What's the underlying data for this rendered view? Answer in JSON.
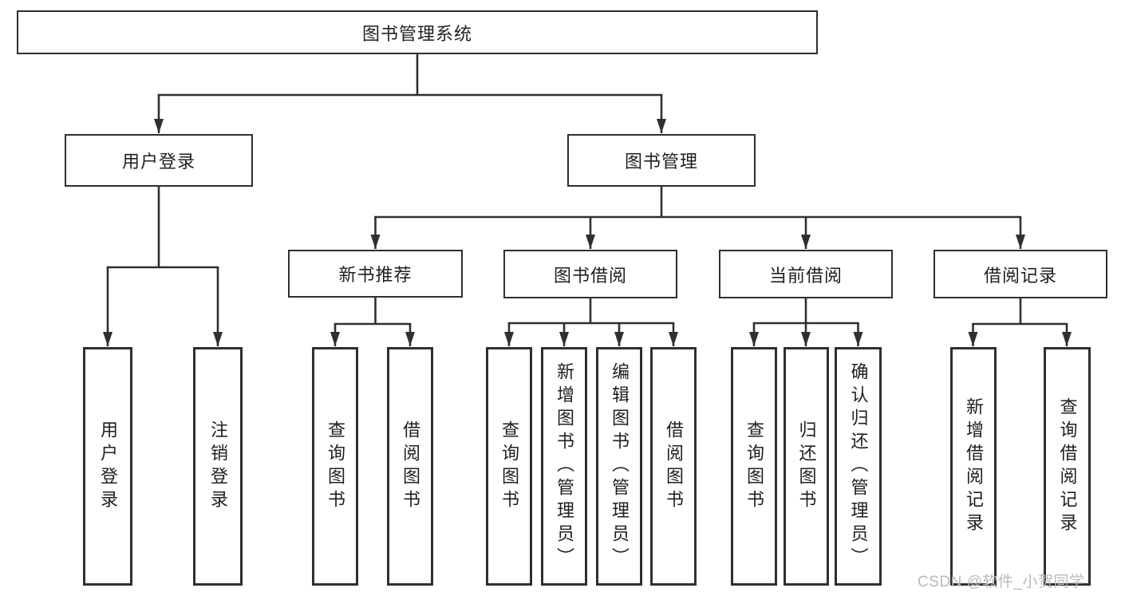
{
  "tree": {
    "root": {
      "label": "图书管理系统"
    },
    "branches": [
      {
        "label": "用户登录",
        "children": [
          {
            "label": "用户登录"
          },
          {
            "label": "注销登录"
          }
        ]
      },
      {
        "label": "图书管理",
        "children": [
          {
            "label": "新书推荐",
            "children": [
              {
                "label": "查询图书"
              },
              {
                "label": "借阅图书"
              }
            ]
          },
          {
            "label": "图书借阅",
            "children": [
              {
                "label": "查询图书"
              },
              {
                "label": "新增图书（管理员）"
              },
              {
                "label": "编辑图书（管理员）"
              },
              {
                "label": "借阅图书"
              }
            ]
          },
          {
            "label": "当前借阅",
            "children": [
              {
                "label": "查询图书"
              },
              {
                "label": "归还图书"
              },
              {
                "label": "确认归还（管理员）"
              }
            ]
          },
          {
            "label": "借阅记录",
            "children": [
              {
                "label": "新增借阅记录"
              },
              {
                "label": "查询借阅记录"
              }
            ]
          }
        ]
      }
    ]
  },
  "watermark": "CSDN @软件_小贺同学",
  "colors": {
    "line": "#303030",
    "box_border": "#2f2f2f",
    "text": "#1f1f1f",
    "watermark": "#b9b9b9",
    "background": "#ffffff"
  }
}
